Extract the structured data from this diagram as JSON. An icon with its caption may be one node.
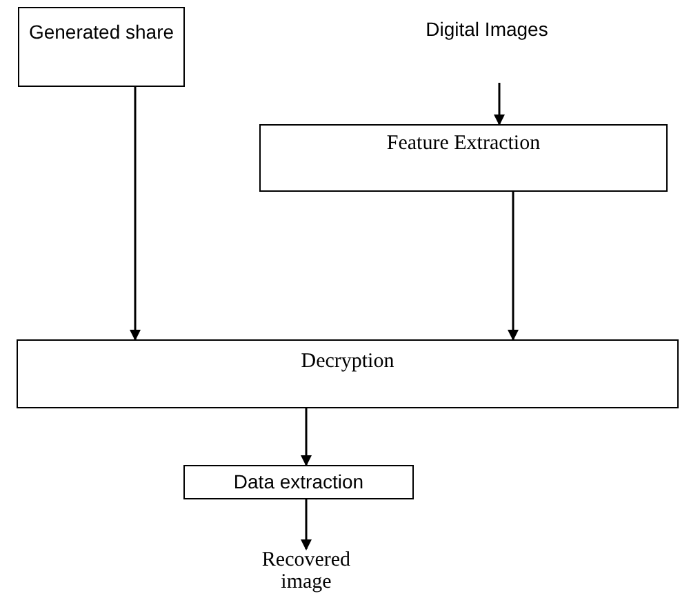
{
  "diagram": {
    "nodes": [
      {
        "text": [
          "Generated share"
        ]
      },
      {
        "text": [
          "Digital Images"
        ]
      },
      {
        "text": [
          "Feature Extraction"
        ]
      },
      {
        "text": [
          "Decryption"
        ]
      },
      {
        "text": [
          "Data extraction"
        ]
      },
      {
        "text": [
          "Recovered image"
        ]
      }
    ],
    "edges": [
      {
        "from": 0,
        "to": 3,
        "arrow": "to"
      },
      {
        "from": 1,
        "to": 2,
        "arrow": "to"
      },
      {
        "from": 2,
        "to": 3,
        "arrow": "to"
      },
      {
        "from": 3,
        "to": 4,
        "arrow": "to"
      },
      {
        "from": 4,
        "to": 5,
        "arrow": "to"
      }
    ]
  }
}
